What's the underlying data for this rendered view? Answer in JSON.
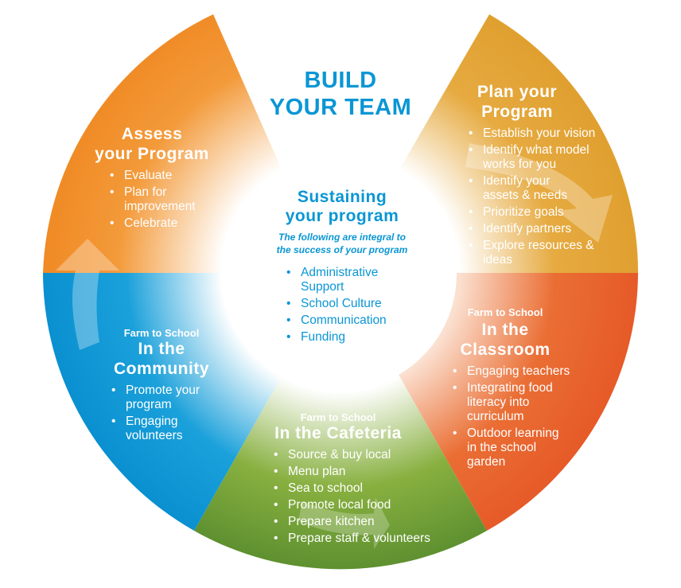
{
  "title": {
    "line1": "BUILD",
    "line2": "YOUR TEAM"
  },
  "center": {
    "heading1": "Sustaining",
    "heading2": "your program",
    "intro1": "The following are integral to",
    "intro2": "the success of your program",
    "items": [
      "Administrative Support",
      "School Culture",
      "Communication",
      "Funding"
    ]
  },
  "assess": {
    "h1": "Assess",
    "h2": "your Program",
    "items": [
      "Evaluate",
      "Plan for improvement",
      "Celebrate"
    ]
  },
  "plan": {
    "h1": "Plan your",
    "h2": "Program",
    "items": [
      "Establish your vision",
      "Identify what model works for you",
      "Identify your assets & needs",
      "Prioritize goals",
      "Identify partners",
      "Explore resources & ideas"
    ]
  },
  "classroom": {
    "sub": "Farm to School",
    "h1": "In the",
    "h2": "Classroom",
    "items": [
      "Engaging teachers",
      "Integrating food literacy into curriculum",
      "Outdoor learning in the school garden"
    ]
  },
  "cafeteria": {
    "sub": "Farm to School",
    "h1": "In the Cafeteria",
    "items": [
      "Source & buy local",
      "Menu plan",
      "Sea to school",
      "Promote local food",
      "Prepare kitchen",
      "Prepare staff & volunteers"
    ]
  },
  "community": {
    "sub": "Farm to School",
    "h1": "In the",
    "h2": "Community",
    "items": [
      "Promote your program",
      "Engaging volunteers"
    ]
  },
  "colors": {
    "assess": "#f08a24",
    "plan": "#e0a030",
    "classroom": "#e8612c",
    "cafeteria": "#6a9a30",
    "community": "#0a96d4",
    "title": "#0a96d4"
  }
}
